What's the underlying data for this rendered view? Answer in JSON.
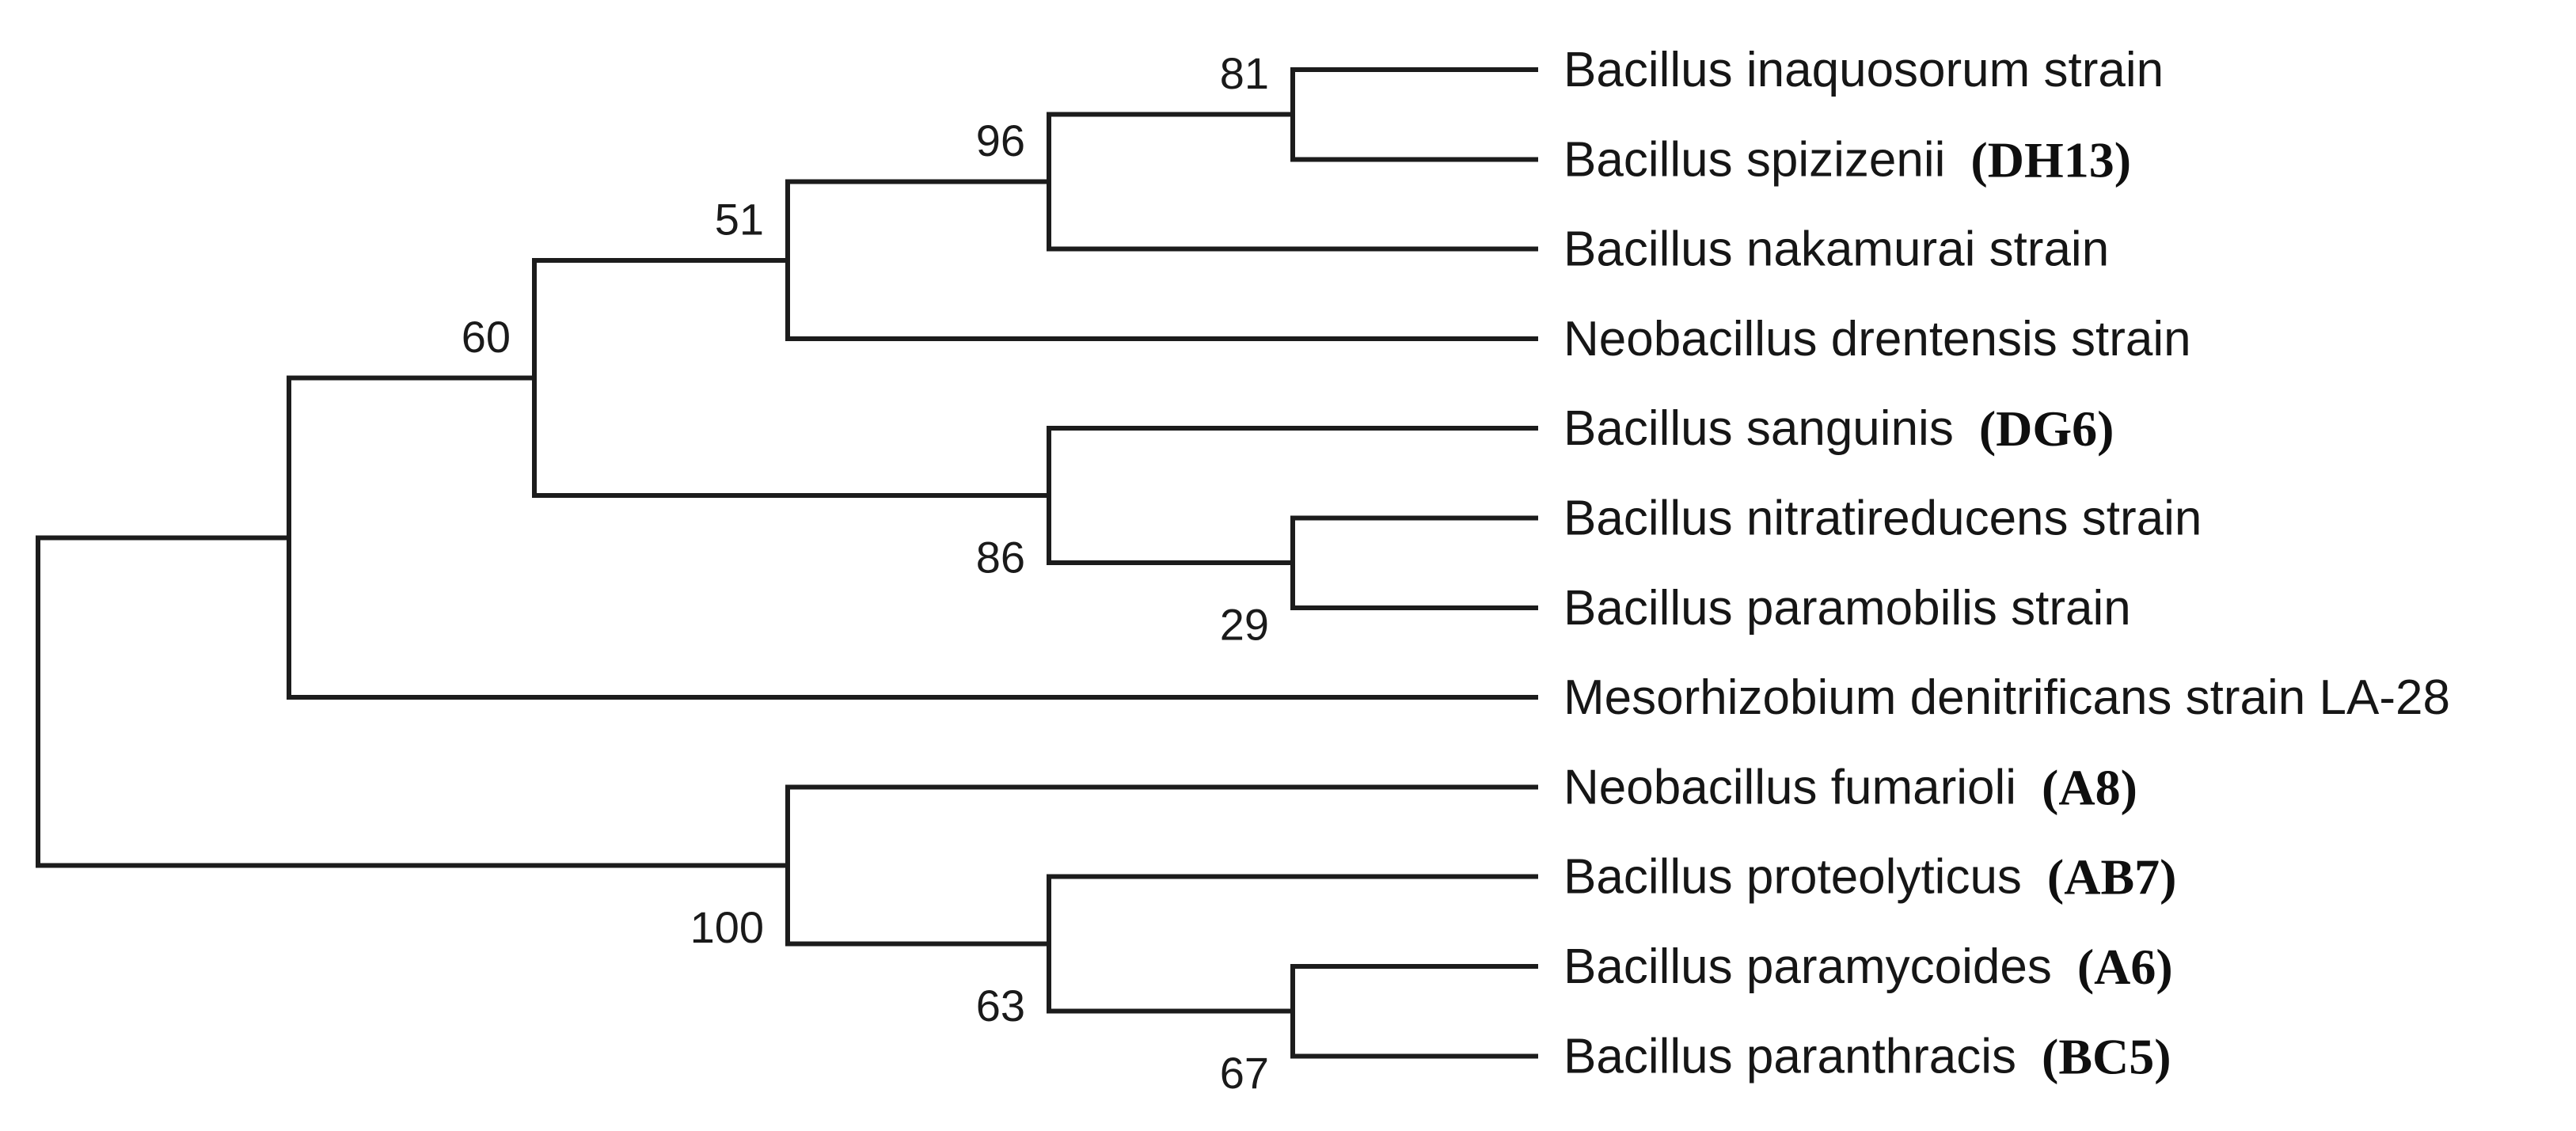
{
  "figure": {
    "type": "phylogenetic_tree",
    "orientation": "left_to_right",
    "background_color": "#ffffff",
    "line_color": "#1c1c1c",
    "text_color": "#161616"
  },
  "tips": [
    {
      "name": "Bacillus inaquosorum strain",
      "code": ""
    },
    {
      "name": "Bacillus spizizenii",
      "code": "(DH13)"
    },
    {
      "name": "Bacillus nakamurai strain",
      "code": ""
    },
    {
      "name": "Neobacillus drentensis strain",
      "code": ""
    },
    {
      "name": "Bacillus sanguinis",
      "code": "(DG6)"
    },
    {
      "name": "Bacillus nitratireducens strain",
      "code": ""
    },
    {
      "name": "Bacillus paramobilis strain",
      "code": ""
    },
    {
      "name": "Mesorhizobium denitrificans strain LA-28",
      "code": ""
    },
    {
      "name": "Neobacillus fumarioli",
      "code": "(A8)"
    },
    {
      "name": "Bacillus proteolyticus",
      "code": "(AB7)"
    },
    {
      "name": "Bacillus paramycoides",
      "code": "(A6)"
    },
    {
      "name": "Bacillus paranthracis",
      "code": "(BC5)"
    }
  ],
  "tree": {
    "support": "",
    "col": 0,
    "label_side": "none",
    "children": [
      {
        "support": "",
        "col": 1,
        "label_side": "none",
        "children": [
          {
            "support": "60",
            "col": 2,
            "label_side": "above",
            "children": [
              {
                "support": "51",
                "col": 3,
                "label_side": "above",
                "children": [
                  {
                    "support": "96",
                    "col": 4,
                    "label_side": "above",
                    "children": [
                      {
                        "support": "81",
                        "col": 5,
                        "label_side": "above",
                        "children": [
                          {
                            "tip": 0
                          },
                          {
                            "tip": 1
                          }
                        ]
                      },
                      {
                        "tip": 2
                      }
                    ]
                  },
                  {
                    "tip": 3
                  }
                ]
              },
              {
                "support": "86",
                "col": 4,
                "label_side": "below",
                "children": [
                  {
                    "tip": 4
                  },
                  {
                    "support": "29",
                    "col": 5,
                    "label_side": "below",
                    "children": [
                      {
                        "tip": 5
                      },
                      {
                        "tip": 6
                      }
                    ]
                  }
                ]
              }
            ]
          },
          {
            "tip": 7
          }
        ]
      },
      {
        "support": "100",
        "col": 3,
        "label_side": "below",
        "children": [
          {
            "tip": 8
          },
          {
            "support": "63",
            "col": 4,
            "label_side": "below",
            "children": [
              {
                "tip": 9
              },
              {
                "support": "67",
                "col": 5,
                "label_side": "below",
                "children": [
                  {
                    "tip": 10
                  },
                  {
                    "tip": 11
                  }
                ]
              }
            ]
          }
        ]
      }
    ]
  }
}
